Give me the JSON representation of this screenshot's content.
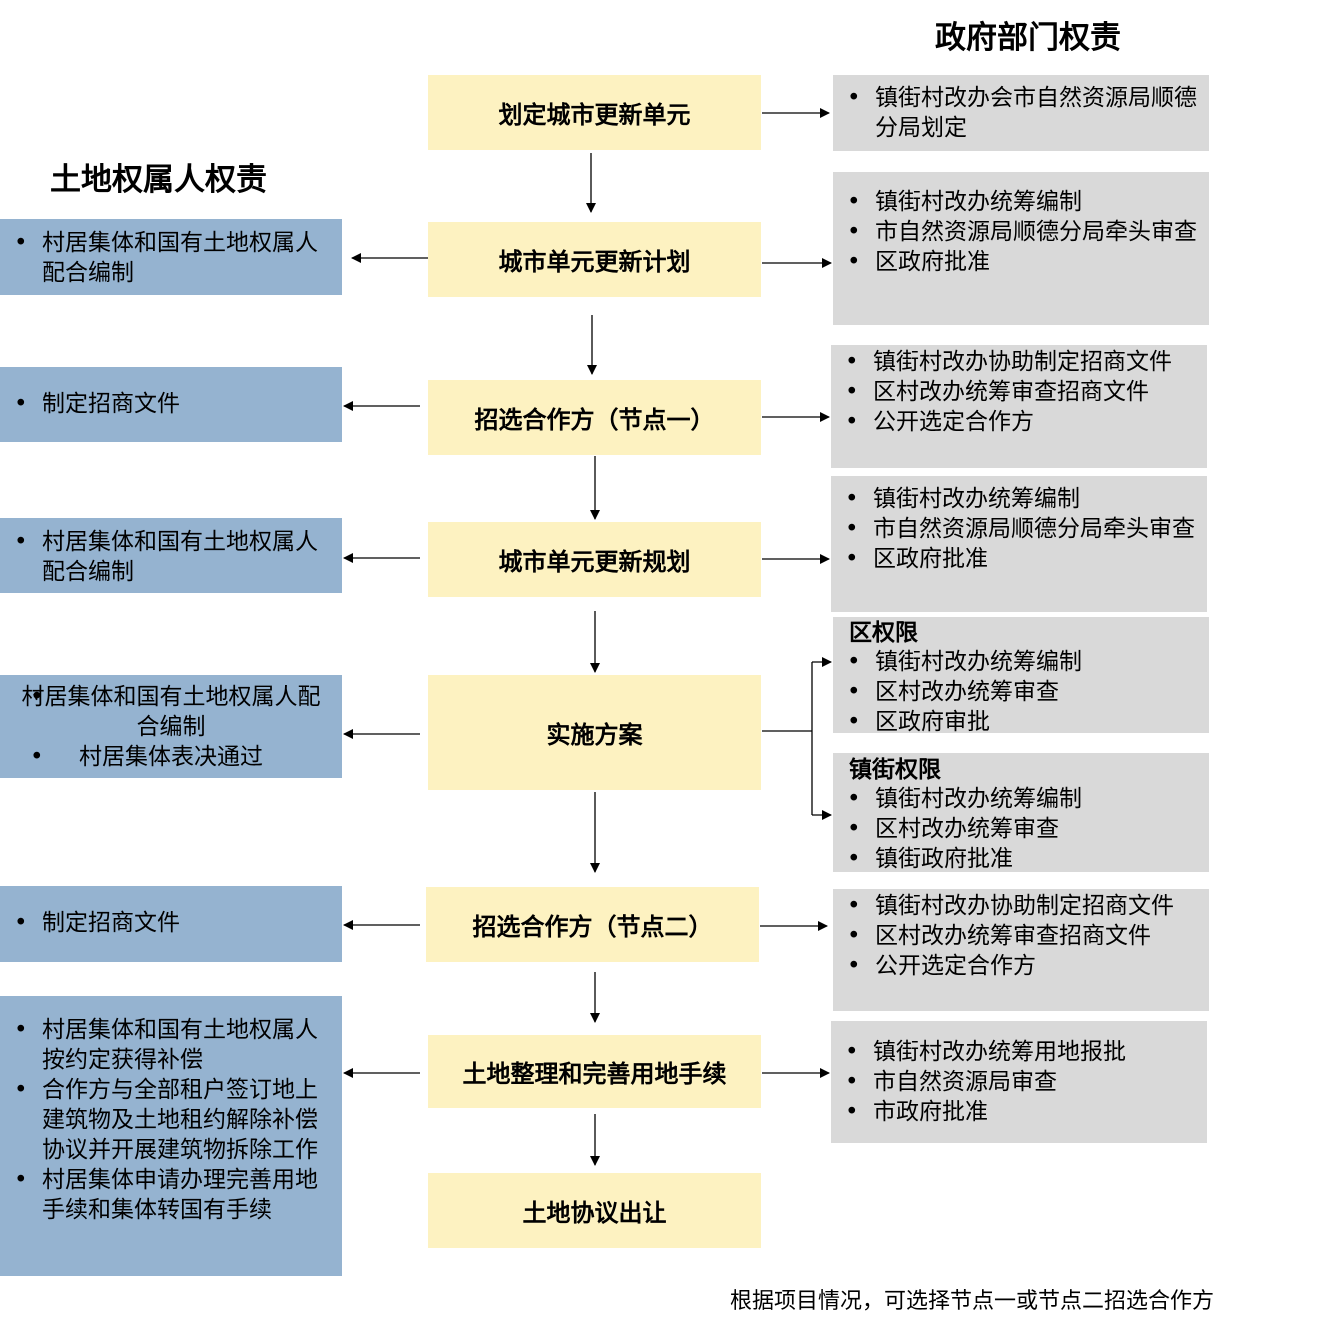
{
  "headings": {
    "gov": "政府部门权责",
    "land": "土地权属人权责"
  },
  "steps": [
    "划定城市更新单元",
    "城市单元更新计划",
    "招选合作方（节点一）",
    "城市单元更新规划",
    "实施方案",
    "招选合作方（节点二）",
    "土地整理和完善用地手续",
    "土地协议出让"
  ],
  "gov": {
    "g1": [
      "镇街村改办会市自然资源局顺德分局划定"
    ],
    "g2": [
      "镇街村改办统筹编制",
      "市自然资源局顺德分局牵头审查",
      "区政府批准"
    ],
    "g3": [
      "镇街村改办协助制定招商文件",
      "区村改办统筹审查招商文件",
      "公开选定合作方"
    ],
    "g4": [
      "镇街村改办统筹编制",
      "市自然资源局顺德分局牵头审查",
      "区政府批准"
    ],
    "g5": {
      "title": "区权限",
      "items": [
        "镇街村改办统筹编制",
        "区村改办统筹审查",
        "区政府审批"
      ]
    },
    "g6": {
      "title": "镇街权限",
      "items": [
        "镇街村改办统筹编制",
        "区村改办统筹审查",
        "镇街政府批准"
      ]
    },
    "g7": [
      "镇街村改办协助制定招商文件",
      "区村改办统筹审查招商文件",
      "公开选定合作方"
    ],
    "g8": [
      "镇街村改办统筹用地报批",
      "市自然资源局审查",
      "市政府批准"
    ]
  },
  "land": {
    "l1": [
      "村居集体和国有土地权属人配合编制"
    ],
    "l2": [
      "制定招商文件"
    ],
    "l3": [
      "村居集体和国有土地权属人配合编制"
    ],
    "l4": [
      "村居集体和国有土地权属人配合编制",
      "村居集体表决通过"
    ],
    "l5": [
      "制定招商文件"
    ],
    "l6": [
      "村居集体和国有土地权属人按约定获得补偿",
      "合作方与全部租户签订地上建筑物及土地租约解除补偿协议并开展建筑物拆除工作",
      "村居集体申请办理完善用地手续和集体转国有手续"
    ]
  },
  "note": "根据项目情况，可选择节点一或节点二招选合作方"
}
